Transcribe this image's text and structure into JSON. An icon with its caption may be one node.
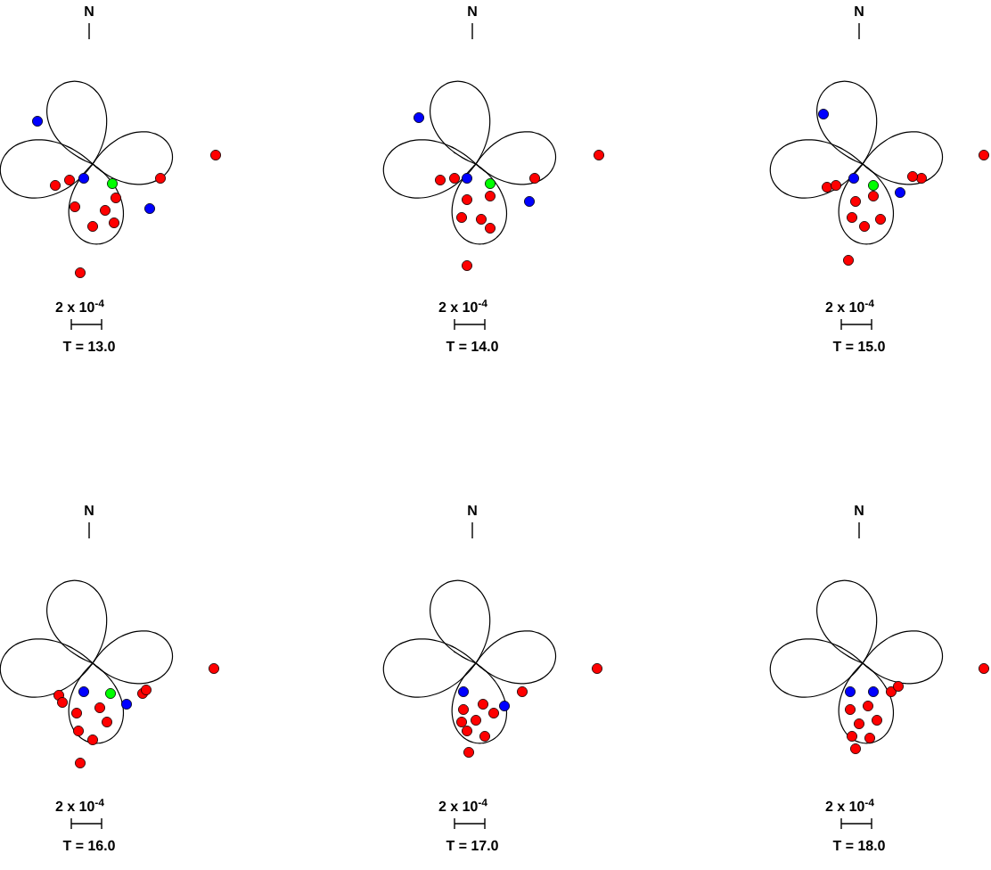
{
  "diagram": {
    "labels": [
      "N",
      "2 x 10$^{-4}$",
      "T = 13.0",
      "N",
      "2 x 10$^{-4}$",
      "T = 14.0",
      "N",
      "2 x 10$^{-4}$",
      "T = 15.0",
      "N",
      "2 x 10$^{-4}$",
      "T = 16.0",
      "N",
      "2 x 10$^{-4}$",
      "T = 17.0",
      "N",
      "2 x 10$^{-4}$",
      "T = 18.0"
    ]
  }
}
